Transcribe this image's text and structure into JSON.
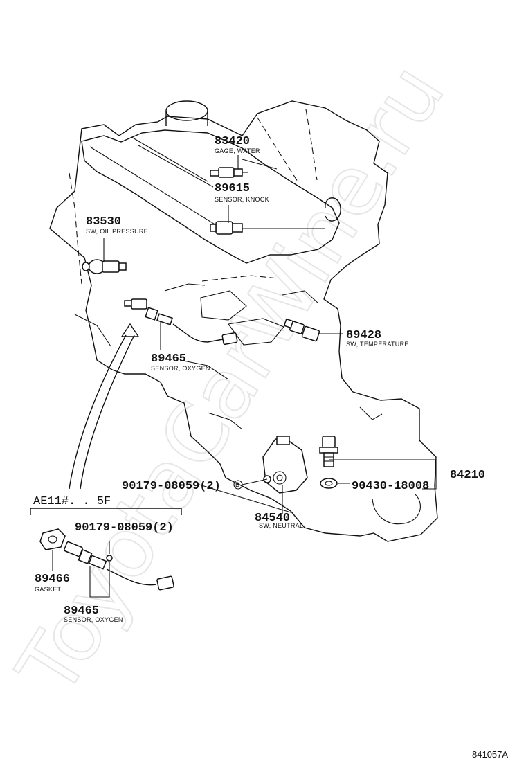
{
  "watermark": "ToyotaCarWine.ru",
  "figure_code": "841057A",
  "variant_label": "AE11#. . 5F",
  "part_ref_mark": "B",
  "parts": {
    "p83420": {
      "number": "83420",
      "desc": "GAGE, WATER"
    },
    "p89615": {
      "number": "89615",
      "desc": "SENSOR, KNOCK"
    },
    "p83530": {
      "number": "83530",
      "desc": "SW, OIL PRESSURE"
    },
    "p89428": {
      "number": "89428",
      "desc": "SW, TEMPERATURE"
    },
    "p89465_main": {
      "number": "89465",
      "desc": "SENSOR, OXYGEN"
    },
    "p84210": {
      "number": "84210"
    },
    "p90430": {
      "number": "90430-18008"
    },
    "p90179_main": {
      "number": "90179-08059(2)"
    },
    "p84540": {
      "number": "84540",
      "desc": "SW, NEUTRAL"
    },
    "p90179_inset": {
      "number": "90179-08059(2)"
    },
    "p89466": {
      "number": "89466",
      "desc": "GASKET"
    },
    "p89465_inset": {
      "number": "89465",
      "desc": "SENSOR, OXYGEN"
    }
  }
}
